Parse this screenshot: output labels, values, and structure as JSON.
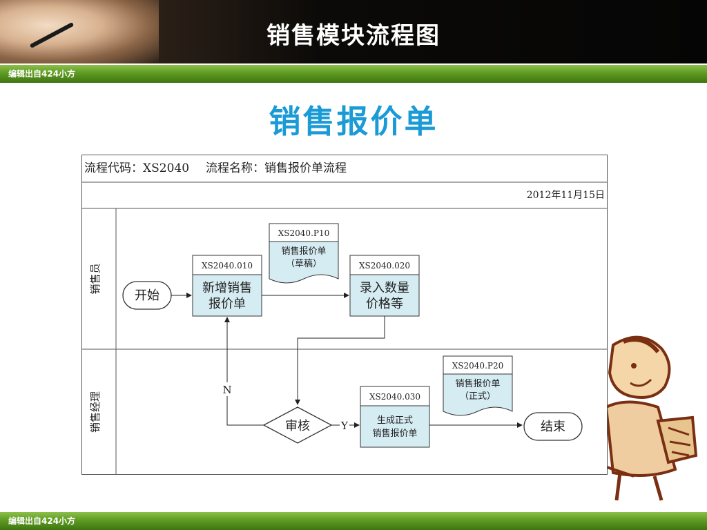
{
  "header": {
    "title": "销售模块流程图"
  },
  "footer_band": {
    "label": "编辑出自424小方"
  },
  "subtitle": "销售报价单",
  "sheet": {
    "process_code_label": "流程代码：XS2040",
    "process_name_label": "流程名称：销售报价单流程",
    "date": "2012年11月15日",
    "lanes": [
      "销售员",
      "销售经理"
    ]
  },
  "nodes": {
    "start": "开始",
    "end": "结束",
    "review": "审核",
    "step1": {
      "code": "XS2040.010",
      "line1": "新增销售",
      "line2": "报价单"
    },
    "step2": {
      "code": "XS2040.020",
      "line1": "录入数量",
      "line2": "价格等"
    },
    "step3": {
      "code": "XS2040.030",
      "line1": "生成正式",
      "line2": "销售报价单"
    },
    "doc1": {
      "code": "XS2040.P10",
      "line1": "销售报价单",
      "line2": "（草稿）"
    },
    "doc2": {
      "code": "XS2040.P20",
      "line1": "销售报价单",
      "line2": "（正式）"
    }
  },
  "edges": {
    "no": "N",
    "yes": "Y"
  },
  "colors": {
    "box_fill": "#d6ecf3",
    "title_blue": "#1a9bd6",
    "band_green": "#5f9b23"
  }
}
